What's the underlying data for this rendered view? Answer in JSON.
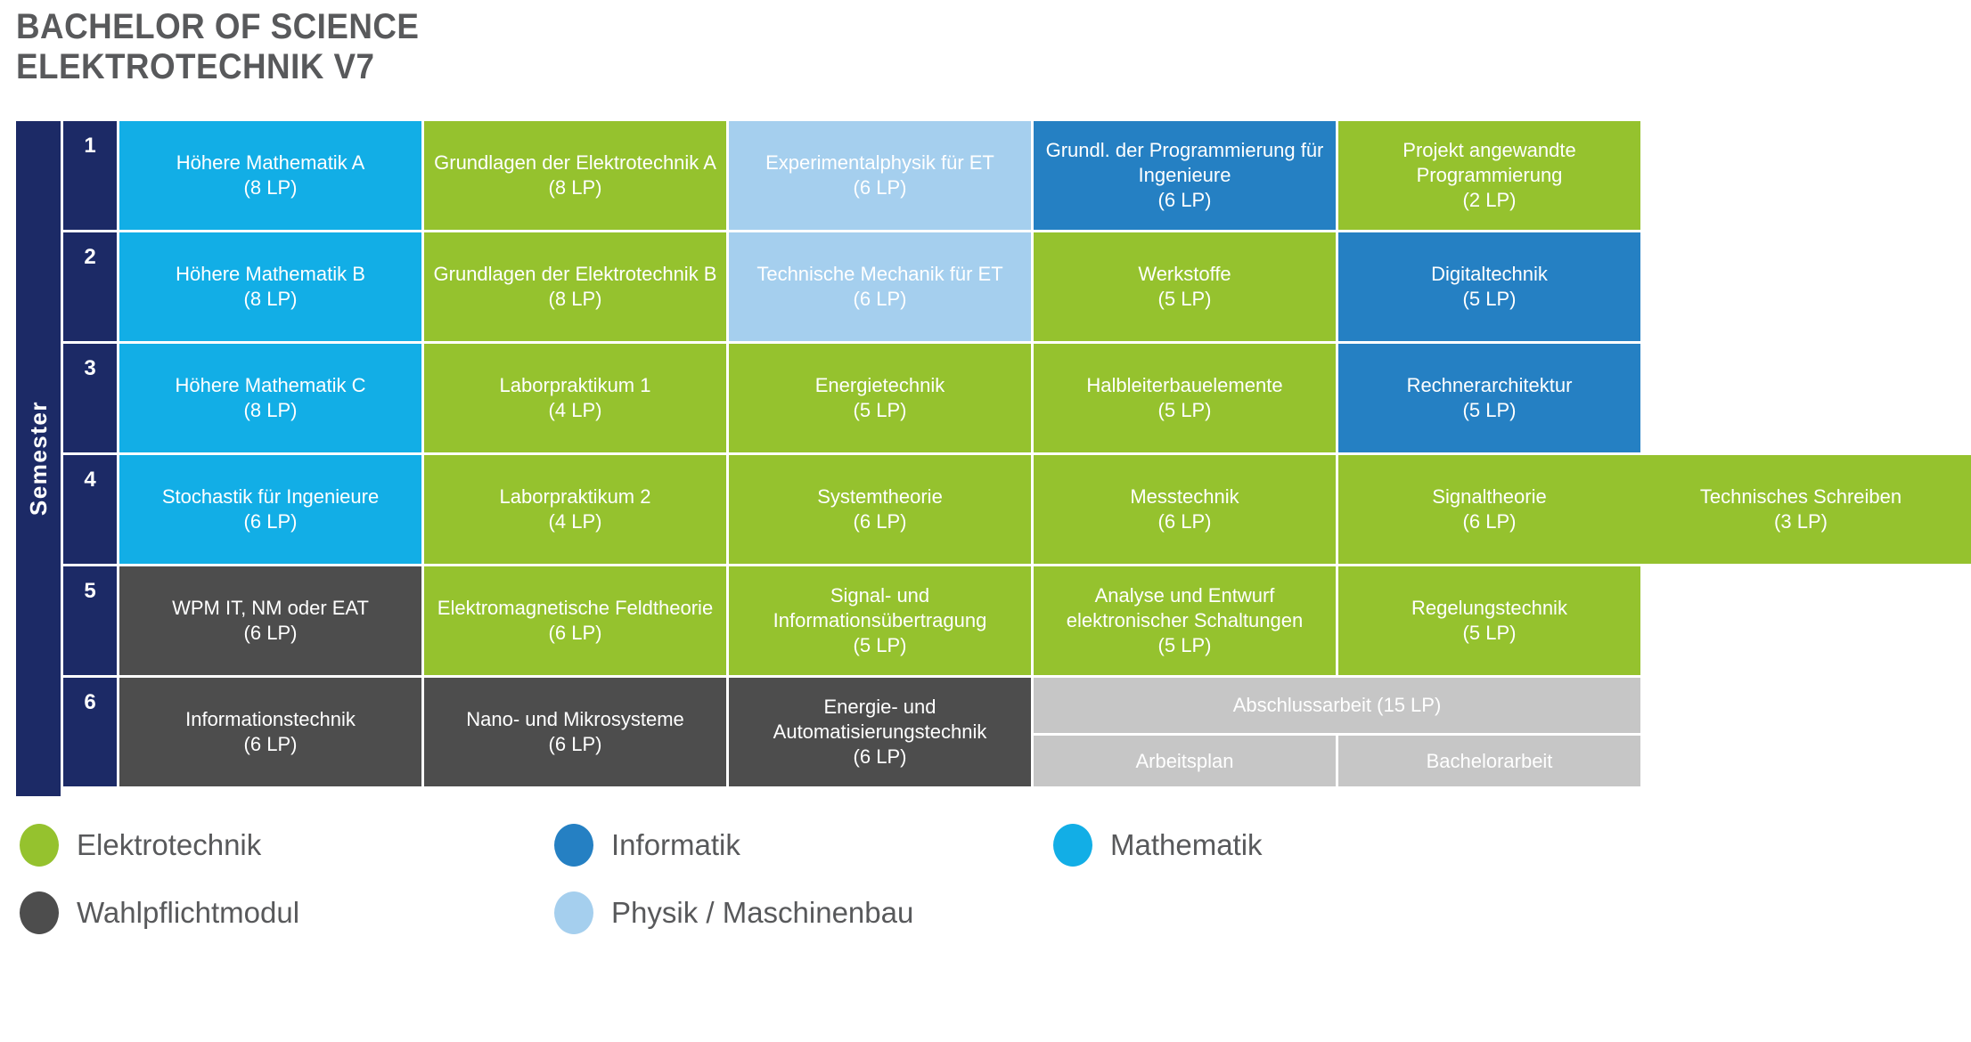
{
  "title": {
    "line1": "BACHELOR OF SCIENCE",
    "line2": "ELEKTROTECHNIK V7"
  },
  "matrix": {
    "axis_label": "Semester",
    "colors": {
      "elektrotechnik": "#95C22E",
      "informatik": "#2580C3",
      "mathematik": "#12AEE6",
      "wahlpflichtmodul": "#4D4D4D",
      "physik_maschinenbau": "#A5CFEE",
      "abschlussarbeit": "#C6C6C6",
      "semester_rail": "#1C2A66",
      "title_text": "#58595B"
    },
    "rows": [
      {
        "semester": "1",
        "cells": [
          {
            "name": "Höhere Mathematik A",
            "lp": "(8 LP)",
            "category": "mathematik"
          },
          {
            "name": "Grundlagen der Elektrotechnik A",
            "lp": "(8 LP)",
            "category": "elektrotechnik"
          },
          {
            "name": "Experimentalphysik für ET",
            "lp": "(6 LP)",
            "category": "physik_maschinenbau"
          },
          {
            "name": "Grundl. der Programmierung für Ingenieure",
            "lp": "(6 LP)",
            "category": "informatik"
          },
          {
            "name": "Projekt angewandte Programmierung",
            "lp": "(2 LP)",
            "category": "elektrotechnik"
          }
        ]
      },
      {
        "semester": "2",
        "cells": [
          {
            "name": "Höhere Mathematik B",
            "lp": "(8 LP)",
            "category": "mathematik"
          },
          {
            "name": "Grundlagen der Elektrotechnik B",
            "lp": "(8 LP)",
            "category": "elektrotechnik"
          },
          {
            "name": "Technische Mechanik für ET",
            "lp": "(6 LP)",
            "category": "physik_maschinenbau"
          },
          {
            "name": "Werkstoffe",
            "lp": "(5 LP)",
            "category": "elektrotechnik"
          },
          {
            "name": "Digitaltechnik",
            "lp": "(5 LP)",
            "category": "informatik"
          }
        ]
      },
      {
        "semester": "3",
        "cells": [
          {
            "name": "Höhere Mathematik C",
            "lp": "(8 LP)",
            "category": "mathematik"
          },
          {
            "name": "Laborpraktikum 1",
            "lp": "(4 LP)",
            "category": "elektrotechnik"
          },
          {
            "name": "Energietechnik",
            "lp": "(5 LP)",
            "category": "elektrotechnik"
          },
          {
            "name": "Halbleiterbauelemente",
            "lp": "(5 LP)",
            "category": "elektrotechnik"
          },
          {
            "name": "Rechnerarchitektur",
            "lp": "(5 LP)",
            "category": "informatik"
          }
        ]
      },
      {
        "semester": "4",
        "cells": [
          {
            "name": "Stochastik für Ingenieure",
            "lp": "(6 LP)",
            "category": "mathematik"
          },
          {
            "name": "Laborpraktikum 2",
            "lp": "(4 LP)",
            "category": "elektrotechnik"
          },
          {
            "name": "Systemtheorie",
            "lp": "(6 LP)",
            "category": "elektrotechnik"
          },
          {
            "name": "Messtechnik",
            "lp": "(6 LP)",
            "category": "elektrotechnik"
          },
          {
            "name": "Signaltheorie",
            "lp": "(6 LP)",
            "category": "elektrotechnik"
          }
        ],
        "extra_cell": {
          "name": "Technisches Schreiben",
          "lp": "(3 LP)",
          "category": "elektrotechnik"
        }
      },
      {
        "semester": "5",
        "cells": [
          {
            "name": "WPM IT, NM oder EAT",
            "lp": "(6 LP)",
            "category": "wahlpflichtmodul"
          },
          {
            "name": "Elektromagnetische Feldtheorie",
            "lp": "(6 LP)",
            "category": "elektrotechnik"
          },
          {
            "name": "Signal- und Informationsübertragung",
            "lp": "(5 LP)",
            "category": "elektrotechnik"
          },
          {
            "name": "Analyse und Entwurf elektronischer Schaltungen",
            "lp": "(5 LP)",
            "category": "elektrotechnik"
          },
          {
            "name": "Regelungstechnik",
            "lp": "(5 LP)",
            "category": "elektrotechnik"
          }
        ]
      },
      {
        "semester": "6",
        "cells": [
          {
            "name": "Informationstechnik",
            "lp": "(6 LP)",
            "category": "wahlpflichtmodul"
          },
          {
            "name": "Nano- und Mikrosysteme",
            "lp": "(6 LP)",
            "category": "wahlpflichtmodul"
          },
          {
            "name": "Energie- und Automatisierungstechnik",
            "lp": "(6 LP)",
            "category": "wahlpflichtmodul"
          }
        ],
        "thesis_block": {
          "header": "Abschlussarbeit (15 LP)",
          "left": "Arbeitsplan",
          "right": "Bachelorarbeit"
        }
      }
    ]
  },
  "legend": {
    "row1": [
      {
        "label": "Elektrotechnik",
        "color": "#95C22E"
      },
      {
        "label": "Informatik",
        "color": "#2580C3"
      },
      {
        "label": "Mathematik",
        "color": "#12AEE6"
      }
    ],
    "row2": [
      {
        "label": "Wahlpflichtmodul",
        "color": "#4D4D4D"
      },
      {
        "label": "Physik / Maschinenbau",
        "color": "#A5CFEE"
      }
    ]
  }
}
